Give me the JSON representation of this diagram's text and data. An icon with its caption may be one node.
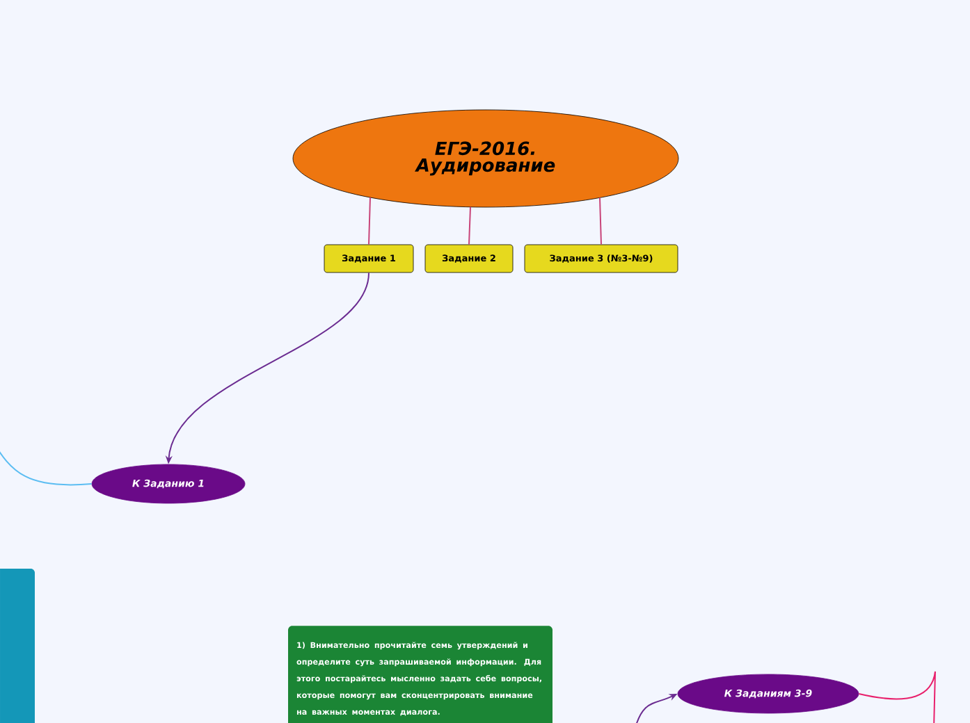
{
  "diagram": {
    "nodes": [
      {
        "text": [
          "ЕГЭ-2016. Аудирование"
        ]
      },
      {
        "text": [
          "Задание 1"
        ]
      },
      {
        "text": [
          "Задание 2"
        ]
      },
      {
        "text": [
          "Задание 3 (№3-№9)"
        ]
      },
      {
        "text": [
          "К Заданию 1"
        ]
      },
      {
        "text": [],
        "shape": "box"
      },
      {
        "text": [
          "1) Внимательно прочитайте семь утверждений и определите суть запрашиваемой информации. Для этого постарайтесь мысленно задать себе вопросы, которые помогут вам сконцентрировать внимание на важных моментах диалога."
        ]
      },
      {
        "text": [
          "К Заданиям 3-9"
        ]
      }
    ],
    "edges": [
      {
        "from": 0,
        "to": 1,
        "arrow": "none"
      },
      {
        "from": 0,
        "to": 2,
        "arrow": "none"
      },
      {
        "from": 0,
        "to": 3,
        "arrow": "none"
      },
      {
        "from": 1,
        "to": 4,
        "arrow": "to",
        "color": "#6b2c91"
      },
      {
        "from": 4,
        "to": null,
        "arrow": "none",
        "color": "#5bbdf2"
      },
      {
        "from": null,
        "to": 7,
        "arrow": "to",
        "color": "#6b2c91"
      },
      {
        "from": 7,
        "to": null,
        "arrow": "none",
        "color": "#e8206c"
      }
    ]
  }
}
